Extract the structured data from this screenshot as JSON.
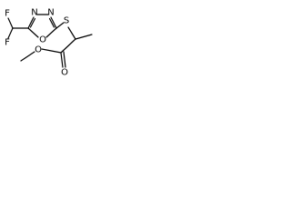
{
  "molecule": {
    "atoms": {
      "F_top": "F",
      "F_bottom": "F",
      "N_left": "N",
      "N_right": "N",
      "O_ring": "O",
      "S": "S",
      "O_ester": "O",
      "O_carbonyl": "O"
    }
  }
}
